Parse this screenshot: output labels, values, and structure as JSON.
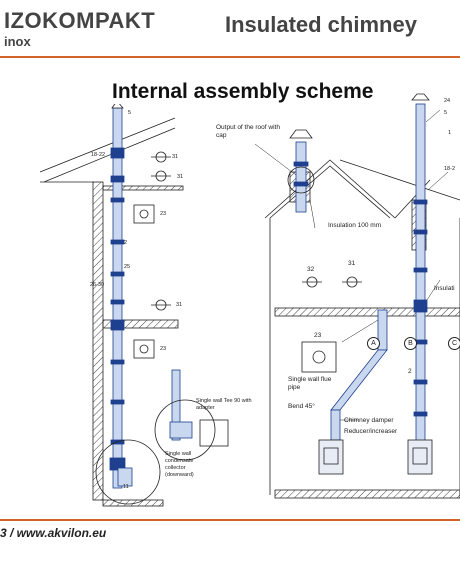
{
  "header": {
    "brand": "IZOKOMPAKT",
    "brand_sub": "inox",
    "title": "Insulated chimney"
  },
  "diagram": {
    "title": "Internal assembly scheme",
    "left": {
      "labels": {
        "n5": "5",
        "n18_22": "18-22",
        "n31a": "31",
        "n31b": "31",
        "n23a": "23",
        "n2": "2",
        "n25": "25",
        "n26_30": "26-30",
        "n31c": "31",
        "n23b": "23",
        "n11": "11",
        "tee_note": "Single wall Tee 90  with adapter",
        "collector_note": "Single wall condensate collector (downward)"
      }
    },
    "right": {
      "labels": {
        "roof_output": "Output of the roof with cap",
        "insulation_100": "Insulation 100 mm",
        "insulation_cut": "Insulati",
        "n24": "24",
        "n5": "5",
        "n1": "1",
        "n18_2": "18-2",
        "n32": "32",
        "n31": "31",
        "n23": "23",
        "n2": "2",
        "flue_pipe": "Single wall flue pipe",
        "bend": "Bend 45°",
        "damper": "Chimney damper",
        "reducer": "Reducer/increaser",
        "circle_a": "A",
        "circle_b": "B",
        "circle_c": "C"
      }
    }
  },
  "footer": {
    "text": "3 / www.akvilon.eu"
  },
  "colors": {
    "accent_rule": "#d4622a",
    "pipe_fill": "#c9d8ef",
    "pipe_stroke": "#1f3f8f"
  }
}
